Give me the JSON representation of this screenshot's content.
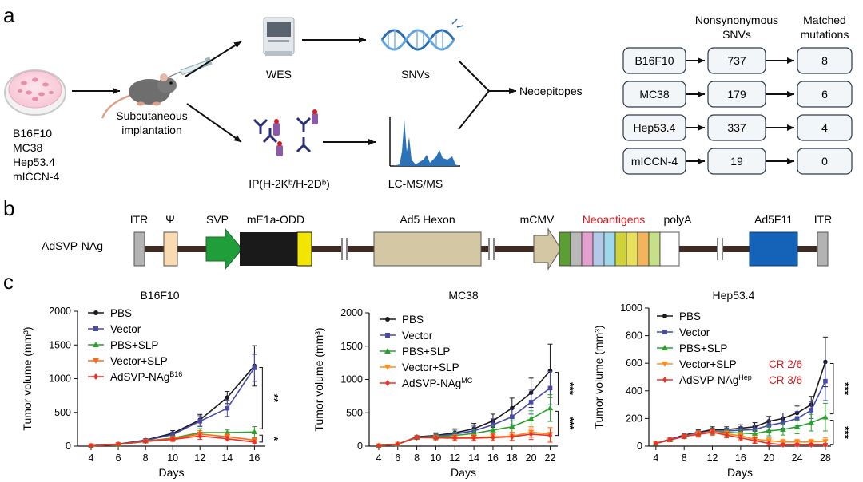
{
  "panel_a": {
    "letter": "a",
    "cell_lines": [
      "B16F10",
      "MC38",
      "Hep53.4",
      "mICCN-4"
    ],
    "implant_label": [
      "Subcutaneous",
      "implantation"
    ],
    "wes_label": "WES",
    "snv_label": "SNVs",
    "ip_label": "IP(H-2Kᵇ/H-2Dᵇ)",
    "lcms_label": "LC-MS/MS",
    "neo_label": "Neoepitopes",
    "table": {
      "header_snv": [
        "Nonsynonymous",
        "SNVs"
      ],
      "header_match": [
        "Matched",
        "mutations"
      ],
      "rows": [
        {
          "line": "B16F10",
          "snvs": "737",
          "matched": "8"
        },
        {
          "line": "MC38",
          "snvs": "179",
          "matched": "6"
        },
        {
          "line": "Hep53.4",
          "snvs": "337",
          "matched": "4"
        },
        {
          "line": "mICCN-4",
          "snvs": "19",
          "matched": "0"
        }
      ]
    }
  },
  "panel_b": {
    "letter": "b",
    "construct": "AdSVP-NAg",
    "labels": {
      "itr_left": "ITR",
      "psi": "Ψ",
      "svp": "SVP",
      "me1a": "mE1a-ODD",
      "hexon": "Ad5 Hexon",
      "mcmv": "mCMV",
      "neo": "Neoantigens",
      "polya": "polyA",
      "f11": "Ad5F11",
      "itr_right": "ITR"
    },
    "colors": {
      "itr": "#b3b3b3",
      "psi": "#f8dbb0",
      "svp": "#1f9e3a",
      "me1a": "#1a1a1a",
      "me1a_end": "#f2e600",
      "hexon": "#d4c7a3",
      "mcmv": "#d4c7a3",
      "f11": "#1463b8",
      "backbone": "#3d2b24",
      "neo_text": "#d7191c",
      "neo_blocks": [
        "#5b9e34",
        "#b9b9b9",
        "#e4a1cf",
        "#b4c8e8",
        "#9fd8ea",
        "#d0d23a",
        "#e6e05a",
        "#f3b45c",
        "#c7df88",
        "#ffffff"
      ]
    }
  },
  "panel_c": {
    "letter": "c"
  },
  "chart_data": [
    {
      "type": "line",
      "title": "B16F10",
      "xlabel": "Days",
      "ylabel": "Tumor volume (mm³)",
      "xlim": [
        3,
        16.8
      ],
      "ylim": [
        0,
        2000
      ],
      "x_ticks": [
        4,
        6,
        8,
        10,
        12,
        14,
        16
      ],
      "y_ticks": [
        0,
        500,
        1000,
        1500,
        2000
      ],
      "x": [
        4,
        6,
        8,
        10,
        12,
        14,
        16
      ],
      "series": [
        {
          "name": "PBS",
          "color": "#1a1a1a",
          "marker": "circle",
          "values": [
            5,
            30,
            90,
            190,
            390,
            720,
            1190
          ],
          "err": [
            5,
            8,
            15,
            40,
            80,
            90,
            300
          ]
        },
        {
          "name": "Vector",
          "color": "#4a4aaa",
          "marker": "square",
          "values": [
            5,
            28,
            85,
            170,
            370,
            560,
            1160
          ],
          "err": [
            5,
            8,
            15,
            35,
            80,
            120,
            200
          ]
        },
        {
          "name": "PBS+SLP",
          "color": "#2ca02c",
          "marker": "triangle",
          "values": [
            5,
            25,
            75,
            120,
            200,
            200,
            210
          ],
          "err": [
            5,
            8,
            15,
            30,
            60,
            40,
            80
          ]
        },
        {
          "name": "Vector+SLP",
          "color": "#ff6a13",
          "marker": "triangle-down",
          "values": [
            5,
            25,
            70,
            110,
            180,
            140,
            90
          ],
          "err": [
            5,
            8,
            15,
            30,
            50,
            40,
            30
          ]
        },
        {
          "name": "AdSVP-NAg",
          "name_sup": "B16",
          "color": "#e8322a",
          "marker": "diamond",
          "values": [
            5,
            25,
            70,
            100,
            150,
            110,
            60
          ],
          "err": [
            5,
            8,
            15,
            30,
            50,
            30,
            20
          ]
        }
      ],
      "annotations": [
        "**",
        "*"
      ]
    },
    {
      "type": "line",
      "title": "MC38",
      "xlabel": "Days",
      "ylabel": "Tumor volume (mm³)",
      "xlim": [
        3,
        22.8
      ],
      "ylim": [
        0,
        2000
      ],
      "x_ticks": [
        4,
        6,
        8,
        10,
        12,
        14,
        16,
        18,
        20,
        22
      ],
      "y_ticks": [
        0,
        500,
        1000,
        1500,
        2000
      ],
      "x": [
        4,
        6,
        8,
        10,
        12,
        14,
        16,
        18,
        20,
        22
      ],
      "series": [
        {
          "name": "PBS",
          "color": "#1a1a1a",
          "marker": "circle",
          "values": [
            5,
            30,
            140,
            160,
            200,
            260,
            380,
            570,
            800,
            1130
          ],
          "err": [
            5,
            8,
            20,
            40,
            60,
            80,
            100,
            150,
            220,
            400
          ]
        },
        {
          "name": "Vector",
          "color": "#4a4aaa",
          "marker": "square",
          "values": [
            5,
            30,
            135,
            150,
            180,
            230,
            320,
            440,
            660,
            870
          ],
          "err": [
            5,
            8,
            20,
            40,
            60,
            70,
            90,
            120,
            180,
            250
          ]
        },
        {
          "name": "PBS+SLP",
          "color": "#2ca02c",
          "marker": "triangle",
          "values": [
            5,
            30,
            130,
            140,
            160,
            190,
            240,
            290,
            410,
            570
          ],
          "err": [
            5,
            8,
            20,
            40,
            50,
            60,
            70,
            90,
            120,
            200
          ]
        },
        {
          "name": "Vector+SLP",
          "color": "#ff8c1a",
          "marker": "triangle-down",
          "values": [
            5,
            30,
            130,
            130,
            130,
            130,
            140,
            150,
            210,
            180
          ],
          "err": [
            5,
            8,
            20,
            30,
            40,
            40,
            50,
            60,
            80,
            100
          ]
        },
        {
          "name": "AdSVP-NAg",
          "name_sup": "MC",
          "color": "#e8322a",
          "marker": "diamond",
          "values": [
            5,
            30,
            130,
            125,
            120,
            120,
            130,
            140,
            180,
            160
          ],
          "err": [
            5,
            8,
            20,
            30,
            40,
            40,
            50,
            60,
            80,
            100
          ]
        }
      ],
      "annotations": [
        "***",
        "***"
      ]
    },
    {
      "type": "line",
      "title": "Hep53.4",
      "xlabel": "Days",
      "ylabel": "Tumor volume (mm³)",
      "xlim": [
        3,
        28.8
      ],
      "ylim": [
        0,
        1000
      ],
      "x_ticks": [
        4,
        8,
        12,
        16,
        20,
        24,
        28
      ],
      "y_ticks": [
        0,
        200,
        400,
        600,
        800,
        1000
      ],
      "x": [
        4,
        6,
        8,
        10,
        12,
        14,
        16,
        18,
        20,
        22,
        24,
        26,
        28
      ],
      "series": [
        {
          "name": "PBS",
          "color": "#1a1a1a",
          "marker": "circle",
          "values": [
            20,
            50,
            80,
            100,
            120,
            120,
            130,
            140,
            180,
            200,
            240,
            300,
            610
          ],
          "err": [
            5,
            10,
            15,
            20,
            20,
            20,
            25,
            30,
            35,
            40,
            50,
            60,
            180
          ]
        },
        {
          "name": "Vector",
          "color": "#4a4aaa",
          "marker": "square",
          "values": [
            20,
            50,
            75,
            95,
            110,
            110,
            115,
            120,
            150,
            170,
            200,
            260,
            470
          ],
          "err": [
            5,
            10,
            15,
            20,
            20,
            20,
            25,
            30,
            35,
            40,
            50,
            60,
            140
          ]
        },
        {
          "name": "PBS+SLP",
          "color": "#2ca02c",
          "marker": "triangle",
          "values": [
            20,
            45,
            70,
            90,
            100,
            100,
            95,
            90,
            110,
            120,
            140,
            170,
            210
          ],
          "err": [
            5,
            10,
            15,
            20,
            20,
            20,
            25,
            30,
            35,
            40,
            50,
            60,
            100
          ]
        },
        {
          "name": "Vector+SLP",
          "color": "#ff8c1a",
          "marker": "triangle-down",
          "values": [
            20,
            45,
            70,
            90,
            105,
            90,
            75,
            50,
            40,
            30,
            30,
            30,
            35
          ],
          "err": [
            5,
            10,
            15,
            20,
            20,
            20,
            25,
            25,
            20,
            20,
            20,
            20,
            25
          ]
        },
        {
          "name": "AdSVP-NAg",
          "name_sup": "Hep",
          "color": "#e8322a",
          "marker": "diamond",
          "values": [
            20,
            45,
            70,
            85,
            100,
            80,
            60,
            40,
            20,
            10,
            10,
            10,
            10
          ],
          "err": [
            5,
            10,
            15,
            20,
            20,
            20,
            20,
            20,
            15,
            10,
            10,
            10,
            10
          ]
        }
      ],
      "cr_labels": [
        "CR 2/6",
        "CR 3/6"
      ],
      "annotations": [
        "***",
        "***"
      ]
    }
  ]
}
